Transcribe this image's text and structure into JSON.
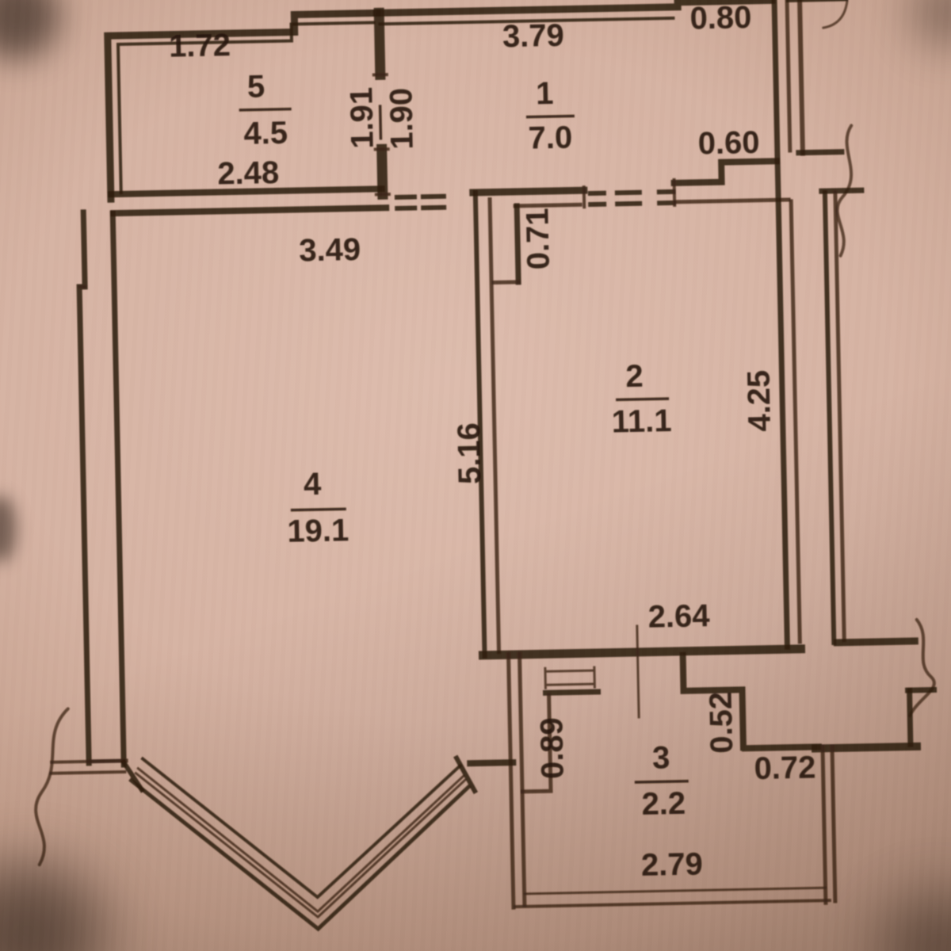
{
  "plan": {
    "title": "apartment-floor-plan",
    "rooms": [
      {
        "number": "1",
        "area": "7.0"
      },
      {
        "number": "2",
        "area": "11.1"
      },
      {
        "number": "3",
        "area": "2.2"
      },
      {
        "number": "4",
        "area": "19.1"
      },
      {
        "number": "5",
        "area": "4.5"
      }
    ],
    "dimensions": {
      "room5_top": "1.72",
      "room5_bottom": "2.48",
      "door51_left": "1.91",
      "door51_right": "1.90",
      "room1_top": "3.79",
      "top_right_width": "0.80",
      "top_right_step": "0.60",
      "room4_top": "3.49",
      "room4_side": "5.16",
      "room2_notch": "0.71",
      "room2_side": "4.25",
      "room2_bottom": "2.64",
      "vestibule_side": "0.89",
      "room3_step_side": "0.52",
      "room3_step_bottom": "0.72",
      "room3_bottom": "2.79"
    },
    "colors": {
      "paper": "#d6b3a3",
      "ink": "#2f1b0e"
    }
  }
}
